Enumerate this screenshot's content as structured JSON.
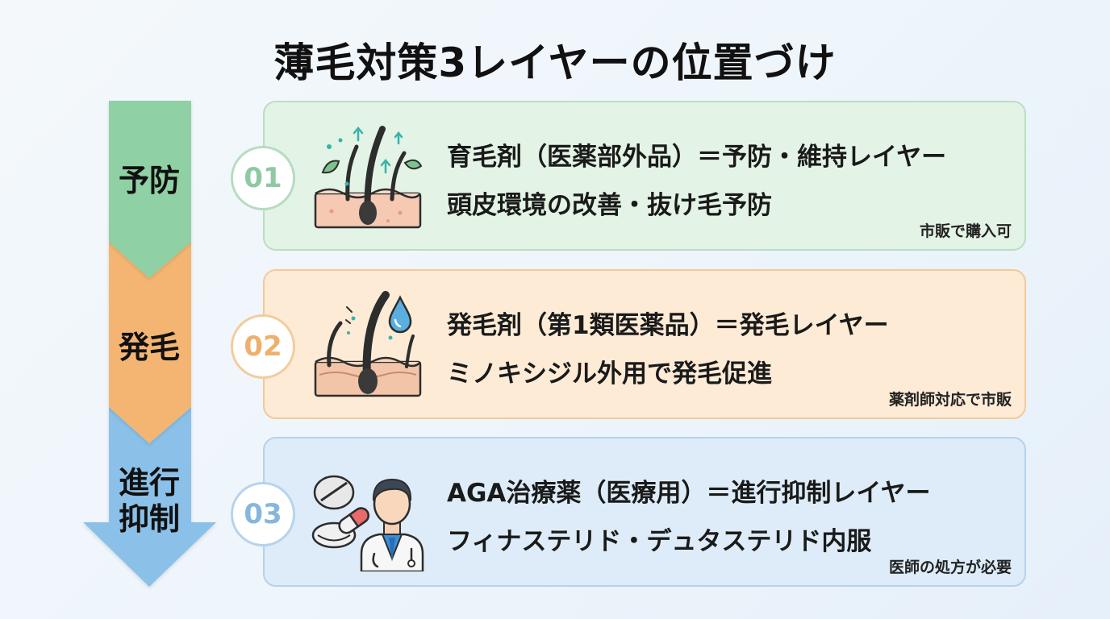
{
  "title": "薄毛対策3レイヤーの位置づけ",
  "arrow": {
    "stages": [
      {
        "label_lines": [
          "予防"
        ],
        "color": "#8fd0a5"
      },
      {
        "label_lines": [
          "発毛"
        ],
        "color": "#f4b572"
      },
      {
        "label_lines": [
          "進行",
          "抑制"
        ],
        "color": "#8bc1e8"
      }
    ]
  },
  "cards": [
    {
      "number": "01",
      "line1": "育毛剤（医薬部外品）＝予防・維持レイヤー",
      "line2": "頭皮環境の改善・抜け毛予防",
      "note": "市販で購入可",
      "icon": "hair-growth-prevention-icon"
    },
    {
      "number": "02",
      "line1": "発毛剤（第1類医薬品）＝発毛レイヤー",
      "line2": "ミノキシジル外用で発毛促進",
      "note": "薬剤師対応で市販",
      "icon": "hair-growth-drop-icon"
    },
    {
      "number": "03",
      "line1": "AGA治療薬（医療用）＝進行抑制レイヤー",
      "line2": "フィナステリド・デュタステリド内服",
      "note": "医師の処方が必要",
      "icon": "pill-doctor-icon"
    }
  ]
}
